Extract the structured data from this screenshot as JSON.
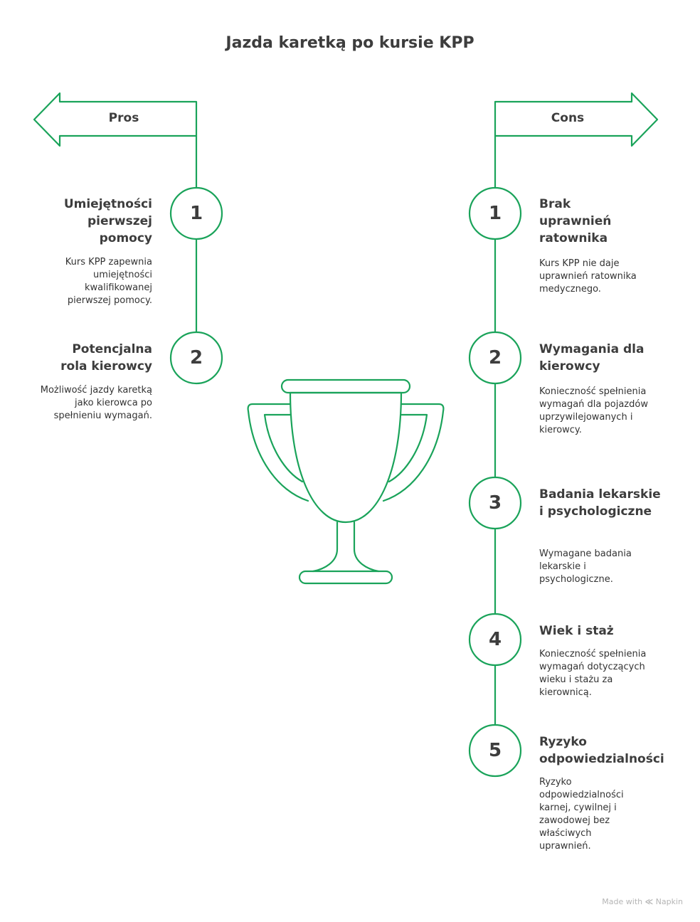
{
  "title": "Jazda karetką po kursie KPP",
  "accent_color": "#1aa35a",
  "pros": {
    "label": "Pros",
    "items": [
      {
        "number": "1",
        "heading": "Umiejętności pierwszej pomocy",
        "description": "Kurs KPP zapewnia umiejętności kwalifikowanej pierwszej pomocy."
      },
      {
        "number": "2",
        "heading": "Potencjalna rola kierowcy",
        "description": "Możliwość jazdy karetką jako kierowca po spełnieniu wymagań."
      }
    ]
  },
  "cons": {
    "label": "Cons",
    "items": [
      {
        "number": "1",
        "heading": "Brak uprawnień ratownika",
        "description": "Kurs KPP nie daje uprawnień ratownika medycznego."
      },
      {
        "number": "2",
        "heading": "Wymagania dla kierowcy",
        "description": "Konieczność spełnienia wymagań dla pojazdów uprzywilejowanych i kierowcy."
      },
      {
        "number": "3",
        "heading": "Badania lekarskie i psychologiczne",
        "description": "Wymagane badania lekarskie i psychologiczne."
      },
      {
        "number": "4",
        "heading": "Wiek i staż",
        "description": "Konieczność spełnienia wymagań dotyczących wieku i stażu za kierownicą."
      },
      {
        "number": "5",
        "heading": "Ryzyko odpowiedzialności",
        "description": "Ryzyko odpowiedzialności karnej, cywilnej i zawodowej bez właściwych uprawnień."
      }
    ]
  },
  "center_icon": "trophy-icon",
  "footer": {
    "made_with": "Made with",
    "brand": "Napkin",
    "brand_icon": "napkin-icon"
  }
}
